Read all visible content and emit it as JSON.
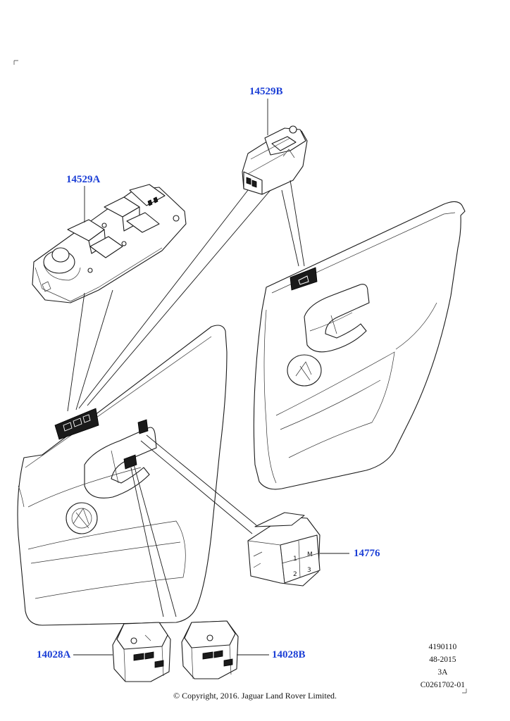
{
  "colors": {
    "callout": "#1c3fd6",
    "line": "#1a1a1a",
    "background": "#ffffff"
  },
  "callouts": {
    "part_14529B": "14529B",
    "part_14529A": "14529A",
    "part_14776": "14776",
    "part_14028A": "14028A",
    "part_14028B": "14028B"
  },
  "reference": {
    "line1": "4190110",
    "line2": "48-2015",
    "line3": "3A",
    "line4": "C0261702-01"
  },
  "copyright": "© Copyright, 2016. Jaguar Land Rover Limited.",
  "keypad_glyphs": {
    "key1": "1",
    "key2": "2",
    "key3": "3",
    "keyM": "M"
  }
}
